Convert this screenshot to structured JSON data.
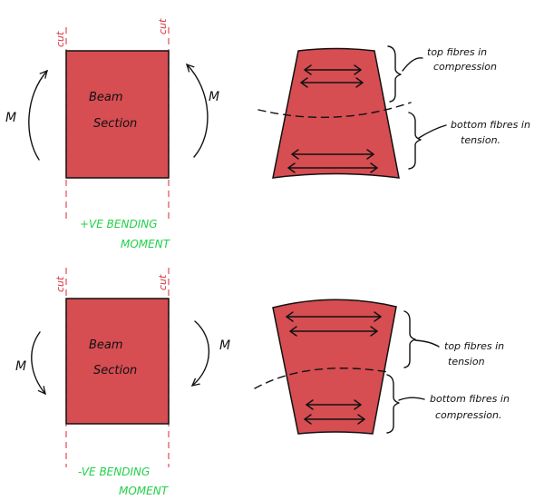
{
  "labels": {
    "cut": "cut",
    "moment": "M",
    "beam_line1": "Beam",
    "beam_line2": "Section",
    "top_positive_line1": "+VE BENDING",
    "top_positive_line2": "MOMENT",
    "top_negative_line1": "-VE BENDING",
    "top_negative_line2": "MOMENT"
  },
  "annotations": {
    "positive_top_line1": "top fibres in",
    "positive_top_line2": "compression",
    "positive_bottom_line1": "bottom fibres in",
    "positive_bottom_line2": "tension.",
    "negative_top_line1": "top fibres in",
    "negative_top_line2": "tension",
    "negative_bottom_line1": "bottom fibres in",
    "negative_bottom_line2": "compression."
  },
  "colors": {
    "beam_fill": "#d64d52",
    "cut_line": "#e14a55",
    "bending_label": "#22d04a",
    "ink": "#111111"
  }
}
